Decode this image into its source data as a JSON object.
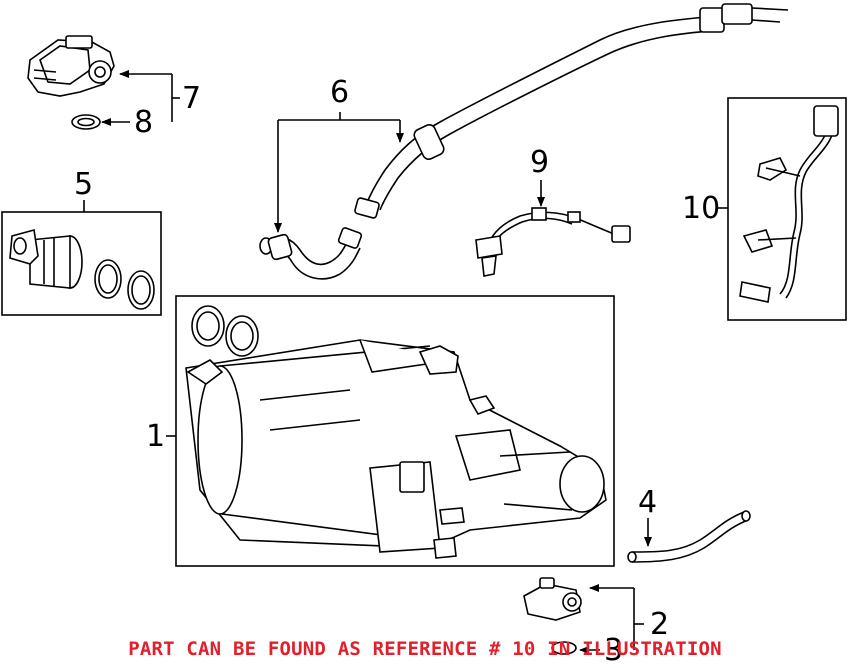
{
  "callouts": {
    "n1": "1",
    "n2": "2",
    "n3": "3",
    "n4": "4",
    "n5": "5",
    "n6": "6",
    "n7": "7",
    "n8": "8",
    "n9": "9",
    "n10": "10"
  },
  "notice": "PART CAN BE FOUND AS REFERENCE # 10 IN ILLUSTRATION",
  "colors": {
    "line": "#000000",
    "notice": "#e0212b",
    "background": "#ffffff"
  }
}
